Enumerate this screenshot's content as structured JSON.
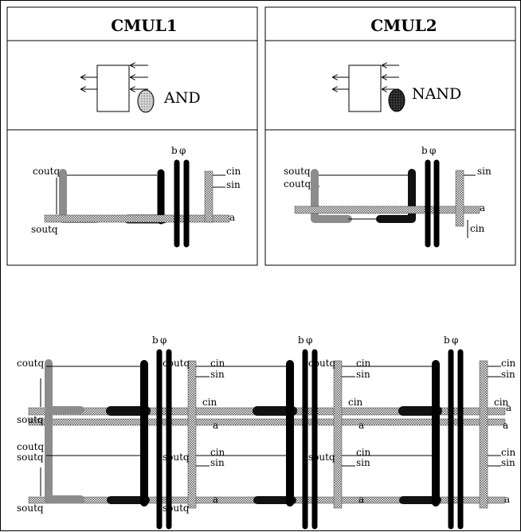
{
  "panels": [
    {
      "title": "CMUL1",
      "gate_label": "AND",
      "labels": {
        "coutq": "coutq",
        "soutq": "soutq",
        "b": "b",
        "phi": "φ",
        "cin": "cin",
        "sin": "sin",
        "a": "a"
      }
    },
    {
      "title": "CMUL2",
      "gate_label": "NAND",
      "labels": {
        "soutq": "soutq",
        "coutq": "coutq",
        "b": "b",
        "phi": "φ",
        "sin": "sin",
        "cin": "cin",
        "a": "a"
      }
    }
  ],
  "array": {
    "labels": {
      "coutq": "coutq",
      "soutq": "soutq",
      "b": "b",
      "phi": "φ",
      "cin": "cin",
      "sin": "sin",
      "a": "a"
    }
  },
  "colors": {
    "metal_black": "#000000",
    "poly_gray": "#8c8c8c",
    "diff_checker": "#6e6e6e",
    "and_ellipse_fill": "#c8c8c8",
    "nand_ellipse_fill": "#202020"
  }
}
